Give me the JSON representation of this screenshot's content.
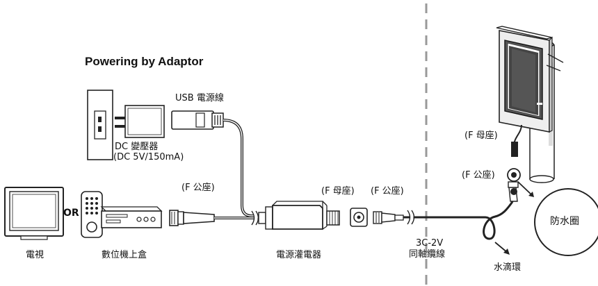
{
  "title": "Powering by Adaptor",
  "labels": {
    "usb_cable": "USB 電源線",
    "adapter_line1": "DC 變壓器",
    "adapter_line2": "(DC 5V/150mA)",
    "f_male_1": "(F 公座)",
    "f_female_1": "(F 母座)",
    "f_male_2": "(F 公座)",
    "f_female_antenna": "(F 母座)",
    "f_male_antenna": "(F 公座)",
    "or": "OR",
    "tv": "電視",
    "settop_box": "數位機上盒",
    "power_injector": "電源灌電器",
    "coax_line1": "3C-2V",
    "coax_line2": "同軸纜線",
    "drip_loop": "水滴環",
    "waterproof_ring": "防水圈"
  }
}
